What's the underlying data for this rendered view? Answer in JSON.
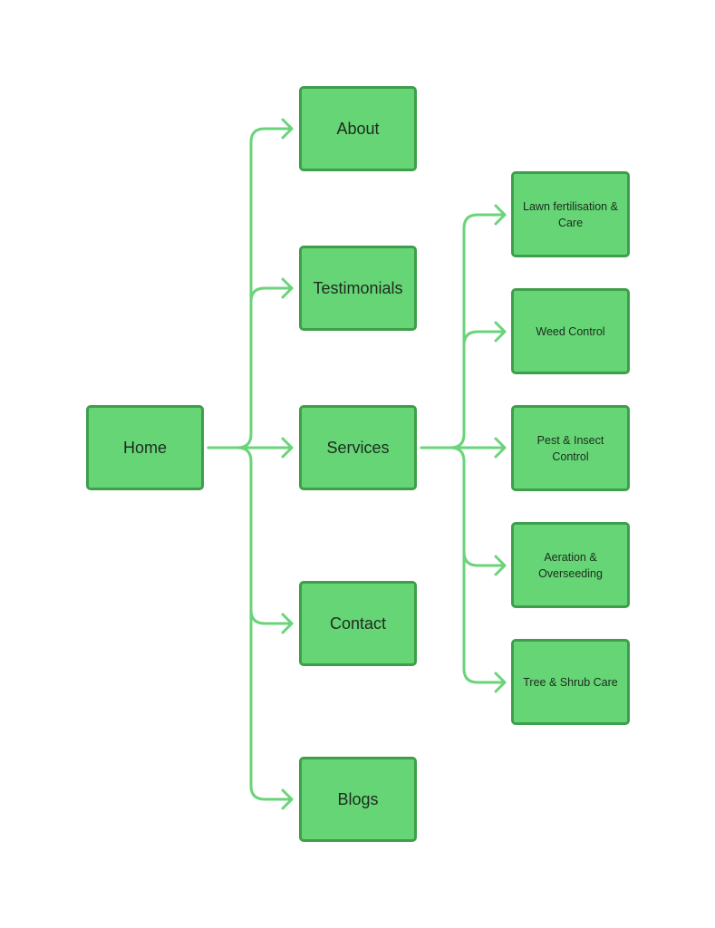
{
  "colors": {
    "node_fill": "#66d575",
    "node_border": "#3f9e4b",
    "connector": "#6ad47a",
    "text": "#1d2b1f"
  },
  "root": {
    "label": "Home"
  },
  "level1": [
    {
      "label": "About"
    },
    {
      "label": "Testimonials"
    },
    {
      "label": "Services"
    },
    {
      "label": "Contact"
    },
    {
      "label": "Blogs"
    }
  ],
  "services_children": [
    {
      "label": "Lawn fertilisation & Care"
    },
    {
      "label": "Weed Control"
    },
    {
      "label": "Pest & Insect Control"
    },
    {
      "label": "Aeration & Overseeding"
    },
    {
      "label": "Tree & Shrub Care"
    }
  ],
  "edges": [
    {
      "from": "Home",
      "to": "About"
    },
    {
      "from": "Home",
      "to": "Testimonials"
    },
    {
      "from": "Home",
      "to": "Services"
    },
    {
      "from": "Home",
      "to": "Contact"
    },
    {
      "from": "Home",
      "to": "Blogs"
    },
    {
      "from": "Services",
      "to": "Lawn fertilisation & Care"
    },
    {
      "from": "Services",
      "to": "Weed Control"
    },
    {
      "from": "Services",
      "to": "Pest & Insect Control"
    },
    {
      "from": "Services",
      "to": "Aeration & Overseeding"
    },
    {
      "from": "Services",
      "to": "Tree & Shrub Care"
    }
  ]
}
